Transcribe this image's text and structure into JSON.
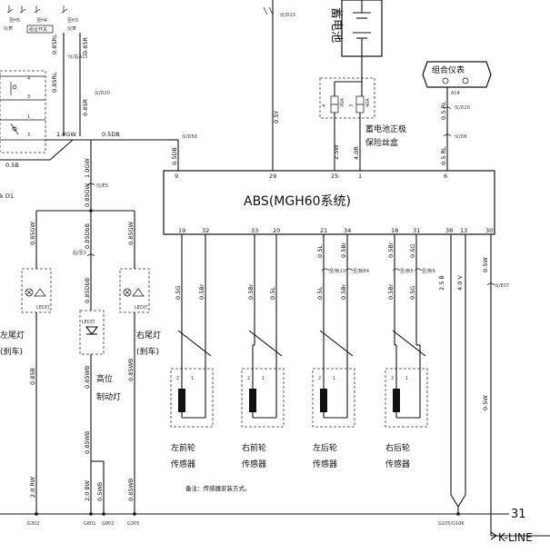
{
  "top_left": {
    "ctrl_h5": "至H5",
    "ctrl_h4": "至H4",
    "ctrl_h3": "至H3",
    "sub_h5": "仪表",
    "sub_h4": "组合开关",
    "sub_h3": "仪表",
    "wire_085rl_a": "0.85RL",
    "wire_085r_a": "0.85R",
    "conn_a15": "仪/右A15",
    "wire_085rl_b": "0.85RL",
    "conn_d20": "仪/D20",
    "wire_085r_b": "0.85R",
    "wire_10gw": "1.0GW",
    "wire_05db": "0.5DB",
    "wire_05b": "0.5B",
    "side_label": "k D1"
  },
  "battery": {
    "label": "蓄电池",
    "wire": "0.5Y",
    "conn": "仪/D13"
  },
  "fuse_box": {
    "fuse1_amp": "30A",
    "fuse2_amp": "40A",
    "pin4": "4",
    "pin3": "3",
    "label_line1": "蓄电池正极",
    "label_line2": "保险丝盒",
    "wire_25w": "2.5W",
    "wire_40r": "4.0R"
  },
  "cluster": {
    "label": "组合仪表",
    "conn": "A14",
    "wire_05rl": "0.5 RL",
    "wire_05rl_b": "0.5 RL",
    "conn_d20": "仪/D20",
    "conn_d6": "仪/D6"
  },
  "abs": {
    "label": "ABS(MGH60系统)",
    "wire_05db": "0.5DB",
    "conn_d56": "仪/D56",
    "top_pins": [
      "9",
      "29",
      "25",
      "1",
      "6"
    ],
    "bottom_pins": [
      "19",
      "32",
      "33",
      "20",
      "21",
      "34",
      "18",
      "31",
      "38",
      "13",
      "30"
    ],
    "bottom_wires": [
      "0.5G",
      "0.5Br",
      "0.5Br",
      "0.5L",
      "0.5L",
      "0.5Br",
      "0.5Br",
      "0.5G",
      "2.5 B",
      "4.0 V",
      "0.5W"
    ],
    "mid_wires": [
      "0.5L",
      "0.5Br",
      "0.5Br",
      "0.5G"
    ],
    "conns": [
      "至/板11",
      "至/板E4",
      "至/板5",
      "至/板6",
      "仪/E07"
    ]
  },
  "sensors": [
    {
      "name_line1": "左前轮",
      "name_line2": "传感器",
      "pin1": "1",
      "pin2": "2"
    },
    {
      "name_line1": "右前轮",
      "name_line2": "传感器",
      "pin1": "1",
      "pin2": "2"
    },
    {
      "name_line1": "左后轮",
      "name_line2": "传感器",
      "pin1": "1",
      "pin2": "2"
    },
    {
      "name_line1": "右后轮",
      "name_line2": "传感器",
      "pin1": "1",
      "pin2": "2"
    }
  ],
  "lamps": {
    "left_line1": "左尾灯",
    "left_line2": "(刹车)",
    "right_line1": "右尾灯",
    "right_line2": "(刹车)",
    "high_line1": "高位",
    "high_line2": "制动灯",
    "led": "LED灯",
    "wire_085gw_a": "0.85GW",
    "wire_085dr": "0.85DbB",
    "wire_085gw_b": "0.85GW",
    "wire_085b": "0.85B",
    "wire_085db": "0.85DbB",
    "wire_085wb": "0.85WB",
    "wire_085wb_b": "0.85WB",
    "conn_e5": "仪/E5",
    "conn_g3": "后/至3",
    "wire_20rw": "2.0 RW",
    "wire_20bw": "2.0 BW",
    "wire_05wb": "0.5WB",
    "wire_085wb_c": "0.85WB",
    "wire_085wb_d": "0.85WB"
  },
  "grounds": {
    "g302": "G302",
    "g801": "G801",
    "g802": "G802",
    "g305": "G305",
    "g105": "G105/G106"
  },
  "footer": {
    "note": "备注：传感器安装方式。",
    "page": "31",
    "kline": "K-LINE"
  }
}
